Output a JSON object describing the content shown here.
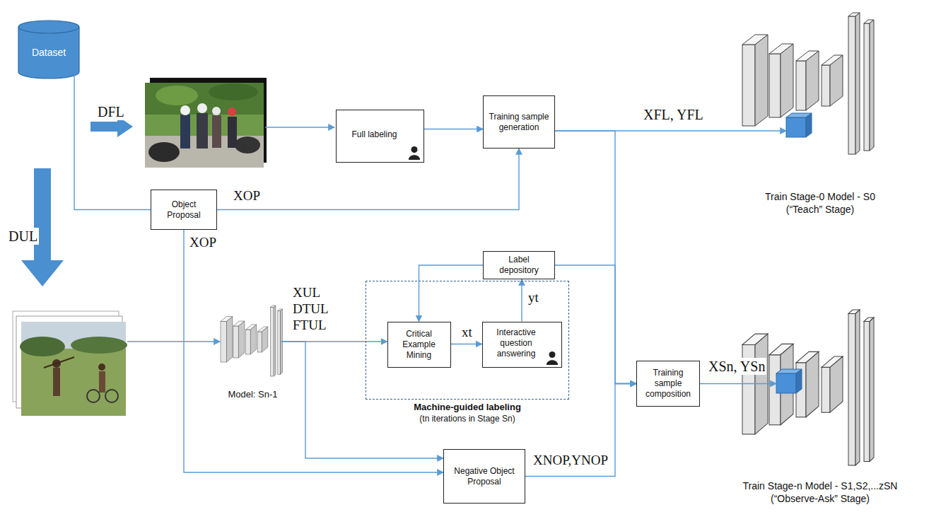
{
  "diagram": {
    "nodes": [
      {
        "text": [
          "Dataset"
        ]
      },
      {
        "text": [
          "Full labeling"
        ]
      },
      {
        "text": [
          "Training sample generation"
        ]
      },
      {
        "text": [
          "Object Proposal"
        ]
      },
      {
        "text": [
          "Train Stage-0 Model - S0",
          "(“Teach” Stage)"
        ]
      },
      {
        "text": [
          "Model: Sn-1"
        ]
      },
      {
        "text": [
          "Label depository"
        ]
      },
      {
        "text": [
          "Machine-guided labeling",
          "(tn iterations in Stage Sn)"
        ]
      },
      {
        "text": [
          "Critical Example Mining"
        ],
        "in": 7
      },
      {
        "text": [
          "Interactive question answering"
        ],
        "in": 7
      },
      {
        "text": [
          "Training sample composition"
        ]
      },
      {
        "text": [
          "Negative Object Proposal"
        ]
      },
      {
        "text": [
          "Train Stage-n Model - S1,S2,...zSN",
          "(“Observe-Ask” Stage)"
        ]
      }
    ],
    "edges": [
      {
        "from": 0,
        "to": 3,
        "arrow": "none"
      },
      {
        "from": 1,
        "to": 2,
        "arrow": "to"
      },
      {
        "from": 3,
        "to": 2,
        "label": "XOP",
        "arrow": "to"
      },
      {
        "from": 2,
        "to": 4,
        "label": "XFL, YFL",
        "arrow": "to"
      },
      {
        "from": 3,
        "to": 11,
        "label": "XOP",
        "arrow": "to"
      },
      {
        "from": 5,
        "to": 8,
        "label": "XUL DTUL FTUL",
        "arrow": "to"
      },
      {
        "from": 5,
        "to": 11,
        "arrow": "to"
      },
      {
        "from": 8,
        "to": 9,
        "label": "xt",
        "arrow": "to"
      },
      {
        "from": 9,
        "to": 6,
        "label": "yt",
        "arrow": "to"
      },
      {
        "from": 6,
        "to": 8,
        "arrow": "to"
      },
      {
        "from": 6,
        "to": 10,
        "arrow": "to"
      },
      {
        "from": 2,
        "to": 10,
        "arrow": "to"
      },
      {
        "from": 11,
        "to": 10,
        "label": "XNOP,YNOP",
        "arrow": "to"
      },
      {
        "from": 10,
        "to": 12,
        "label": "XSn, YSn",
        "arrow": "to"
      }
    ],
    "labels": [
      "DFL",
      "DUL"
    ]
  }
}
